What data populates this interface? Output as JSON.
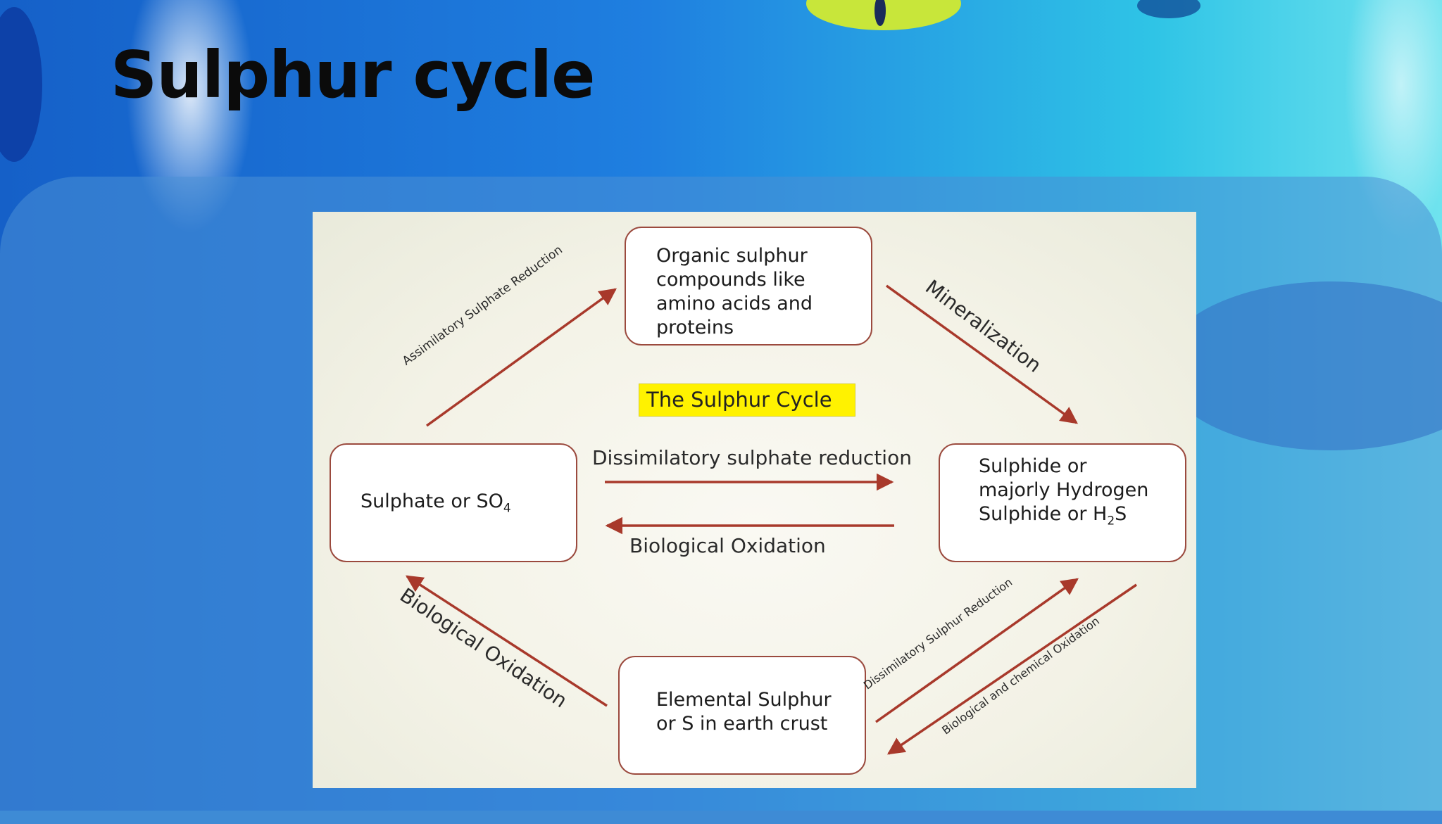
{
  "slide": {
    "title": "Sulphur cycle"
  },
  "diagram": {
    "heading": "The Sulphur Cycle",
    "nodes": {
      "organic": [
        "Organic sulphur",
        "compounds like",
        "amino acids and",
        "proteins"
      ],
      "sulphate": "Sulphate or SO",
      "sulphate_sub": "4",
      "sulphide_line1": "Sulphide or",
      "sulphide_line2": "majorly Hydrogen",
      "sulphide_line3a": "Sulphide or H",
      "sulphide_line3_sub": "2",
      "sulphide_line3b": "S",
      "elemental": [
        "Elemental Sulphur",
        "or S in earth crust"
      ]
    },
    "edges": {
      "assimilatory": "Assimilatory Sulphate Reduction",
      "mineralization": "Mineralization",
      "dissimilatory_sulphate": "Dissimilatory sulphate reduction",
      "biological_oxidation_middle": "Biological Oxidation",
      "biological_oxidation_left": "Biological Oxidation",
      "dissimilatory_sulphur": "Dissimilatory Sulphur Reduction",
      "bio_chem_oxidation": "Biological and chemical Oxidation"
    },
    "colors": {
      "arrow": "#a8392b",
      "highlight": "#fff200",
      "node_border": "#9b4a3e"
    }
  }
}
